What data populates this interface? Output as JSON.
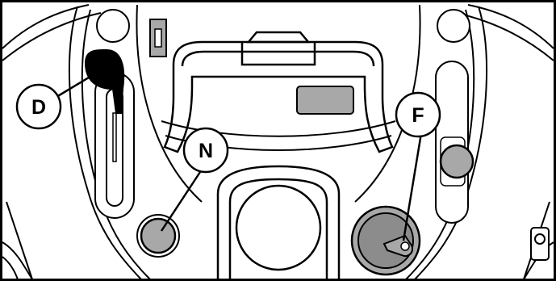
{
  "callouts": {
    "d": {
      "label": "D"
    },
    "n": {
      "label": "N"
    },
    "f": {
      "label": "F"
    }
  },
  "colors": {
    "line": "#000000",
    "background": "#ffffff",
    "control_gray": "#a8a8a8",
    "knob_dark": "#8c8c8c",
    "lever_black": "#000000"
  }
}
